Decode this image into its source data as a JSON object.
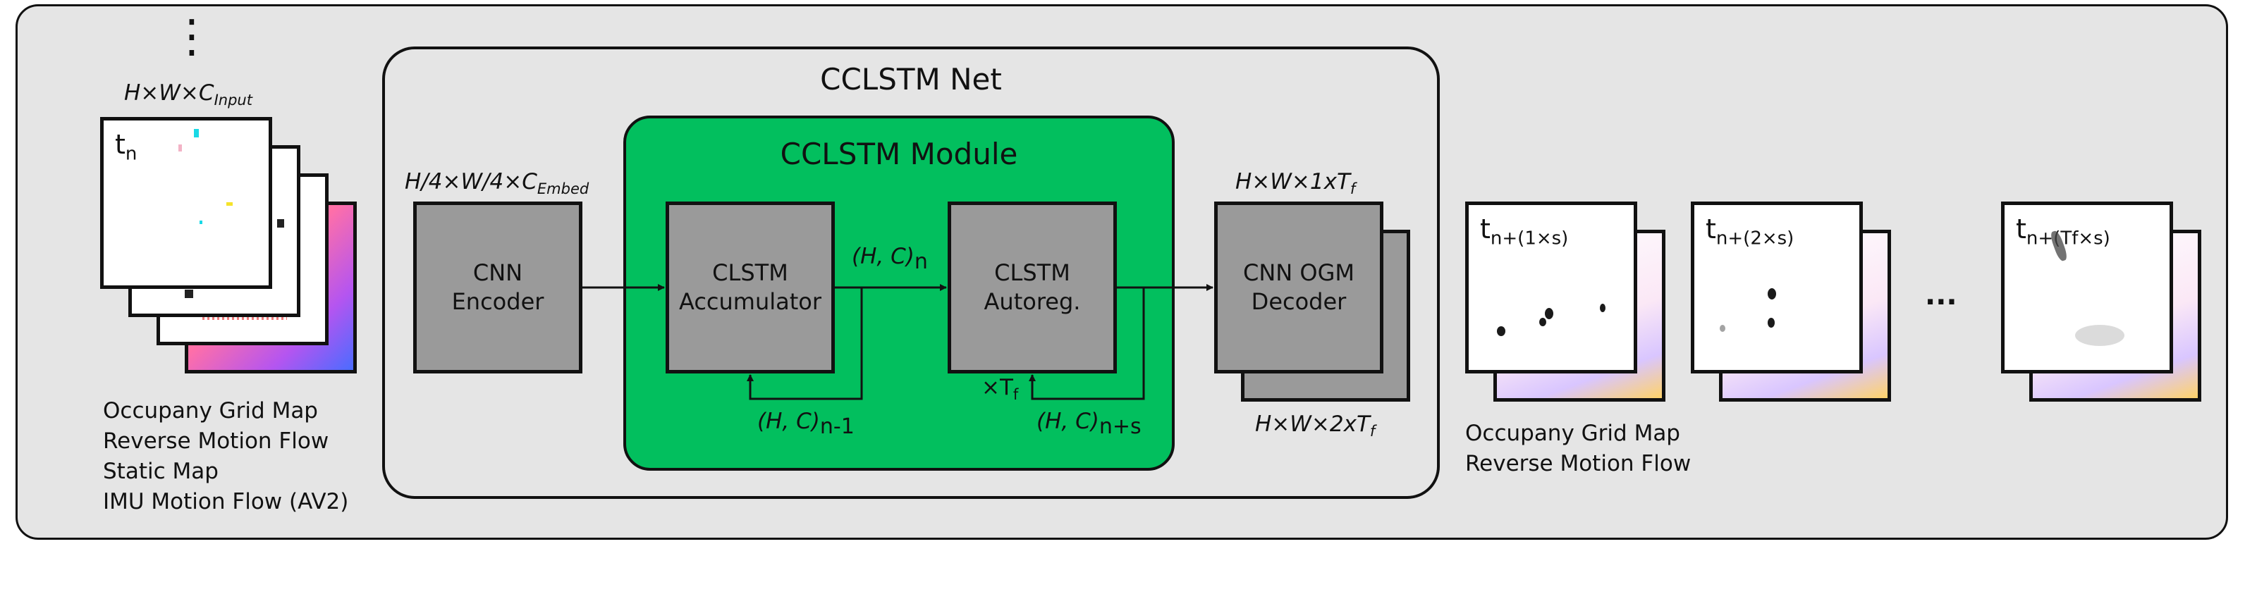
{
  "input": {
    "dots": "⋮",
    "dim_base": "H×W×C",
    "dim_sub": "Input",
    "frame_label_base": "t",
    "frame_label_sub": "n",
    "features": [
      "Occupany Grid Map",
      "Reverse Motion Flow",
      "Static Map",
      "IMU Motion Flow (AV2)"
    ]
  },
  "net": {
    "title": "CCLSTM Net",
    "encoder_dim_base": "H/4×W/4×C",
    "encoder_dim_sub": "Embed",
    "encoder_line1": "CNN",
    "encoder_line2": "Encoder"
  },
  "module": {
    "title": "CCLSTM Module",
    "accumulator_line1": "CLSTM",
    "accumulator_line2": "Accumulator",
    "autoreg_line1": "CLSTM",
    "autoreg_line2": "Autoreg.",
    "state_n_base": "(H, C)",
    "state_n_sub": "n",
    "state_prev_base": "(H, C)",
    "state_prev_sub": "n-1",
    "state_next_base": "(H, C)",
    "state_next_sub": "n+s",
    "repeat_base": "×T",
    "repeat_sub": "f"
  },
  "decoder": {
    "line1": "CNN OGM",
    "line2": "Decoder",
    "dim_top_base": "H×W×1xT",
    "dim_top_sub": "f",
    "dim_bottom_base": "H×W×2xT",
    "dim_bottom_sub": "f"
  },
  "output": {
    "frames": [
      {
        "base": "t",
        "sub": "n+(1×s)"
      },
      {
        "base": "t",
        "sub": "n+(2×s)"
      },
      {
        "base": "t",
        "sub": "n+(Tf×s)"
      }
    ],
    "ellipsis": "...",
    "features": [
      "Occupany Grid Map",
      "Reverse Motion Flow"
    ]
  },
  "colors": {
    "outer_bg": "#e5e5e5",
    "module_bg": "#02bf5e",
    "block_bg": "#9a9a9a",
    "stroke": "#111111"
  }
}
